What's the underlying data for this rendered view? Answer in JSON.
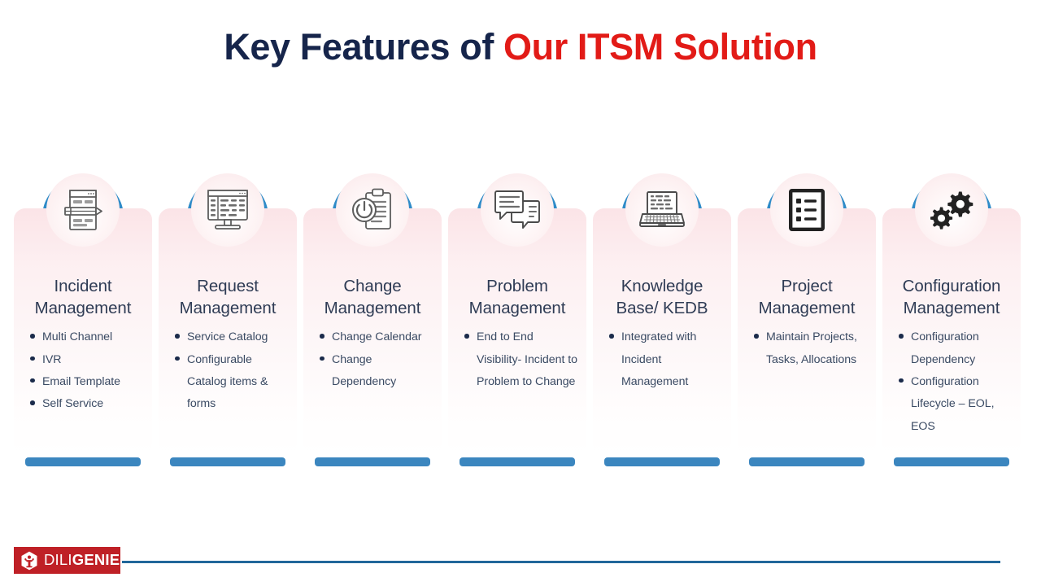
{
  "title": {
    "part_dark": "Key Features of ",
    "part_red": "Our ITSM Solution"
  },
  "colors": {
    "title_dark": "#16254b",
    "title_red": "#e21b17",
    "card_pink": "#fbe4e7",
    "card_bar_blue": "#3b86bf",
    "arc_blue": "#2e8bc8",
    "heading_text": "#2f3c55",
    "bullet_text": "#3a4a63",
    "logo_red": "#bf2026",
    "footer_rule_blue": "#21679a"
  },
  "cards": [
    {
      "icon": "document-pencil-icon",
      "heading": "Incident\nManagement",
      "bullets": [
        "Multi Channel",
        "IVR",
        "Email Template",
        "Self Service"
      ]
    },
    {
      "icon": "desktop-monitor-icon",
      "heading": "Request\nManagement",
      "bullets": [
        "Service Catalog",
        "Configurable Catalog items & forms"
      ]
    },
    {
      "icon": "clipboard-power-icon",
      "heading": "Change\nManagement",
      "bullets": [
        "Change Calendar",
        "Change Dependency"
      ]
    },
    {
      "icon": "chat-bubbles-icon",
      "heading": "Problem\nManagement",
      "bullets": [
        "End to End Visibility- Incident to Problem to Change"
      ]
    },
    {
      "icon": "laptop-icon",
      "heading": "Knowledge\nBase/ KEDB",
      "bullets": [
        "Integrated with Incident Management"
      ]
    },
    {
      "icon": "checklist-document-icon",
      "heading": "Project\nManagement",
      "bullets": [
        "Maintain Projects, Tasks, Allocations"
      ]
    },
    {
      "icon": "gears-icon",
      "heading": "Configuration\nManagement",
      "bullets": [
        "Configuration Dependency",
        "Configuration Lifecycle – EOL, EOS"
      ]
    }
  ],
  "footer": {
    "logo_text_thin": "DILI",
    "logo_text_bold": "GENIE",
    "logo_mark": "genie-hexagon-icon"
  }
}
